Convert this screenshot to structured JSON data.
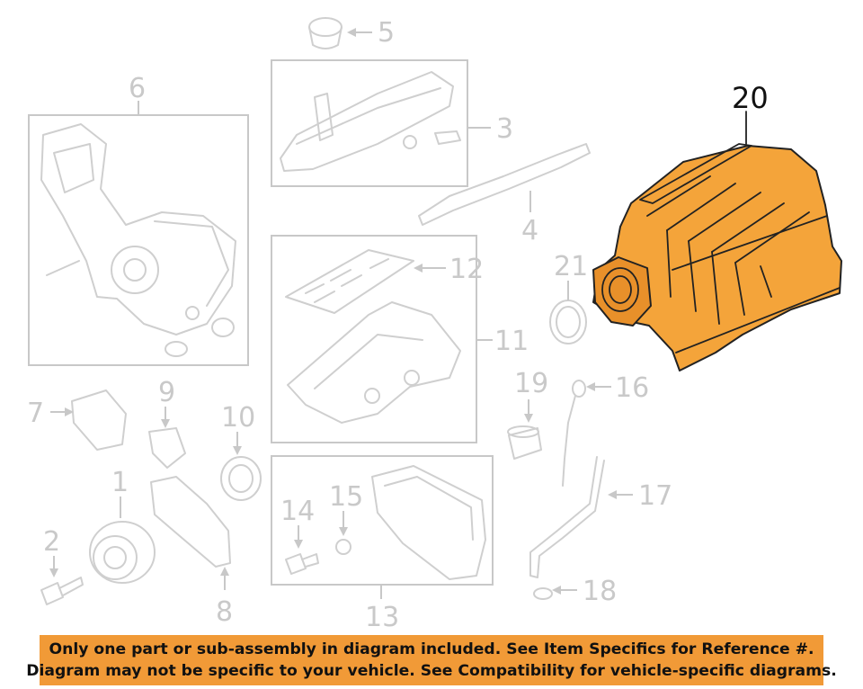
{
  "callouts": {
    "c1": "1",
    "c2": "2",
    "c3": "3",
    "c4": "4",
    "c5": "5",
    "c6": "6",
    "c7": "7",
    "c8": "8",
    "c9": "9",
    "c10": "10",
    "c11": "11",
    "c12": "12",
    "c13": "13",
    "c14": "14",
    "c15": "15",
    "c16": "16",
    "c17": "17",
    "c18": "18",
    "c19": "19",
    "c20": "20",
    "c21": "21"
  },
  "highlighted_part": "20",
  "colors": {
    "highlight": "#f4a43a",
    "banner": "#f19a37",
    "outline": "#c8c8c8"
  },
  "banner": {
    "line1": "Only one part or sub-assembly in diagram included. See Item Specifics for Reference #.",
    "line2": "Diagram may not be specific to your vehicle. See Compatibility for vehicle-specific diagrams."
  }
}
